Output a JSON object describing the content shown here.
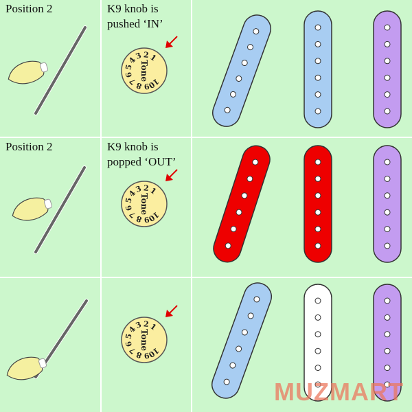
{
  "rows": [
    {
      "position_label": "Position 2",
      "knob_label": "K9 knob is\npushed ‘IN’",
      "pickups": [
        {
          "name": "neck",
          "color": "#a8cdf2"
        },
        {
          "name": "middle",
          "color": "#a8cdf2"
        },
        {
          "name": "bridge",
          "color": "#c39cf0"
        }
      ]
    },
    {
      "position_label": "Position 2",
      "knob_label": "K9 knob is\npopped ‘OUT’",
      "pickups": [
        {
          "name": "neck",
          "color": "#ee0000"
        },
        {
          "name": "middle",
          "color": "#ee0000"
        },
        {
          "name": "bridge",
          "color": "#c39cf0"
        }
      ]
    },
    {
      "position_label": "",
      "knob_label": "",
      "pickups": [
        {
          "name": "neck",
          "color": "#a8cdf2"
        },
        {
          "name": "middle",
          "color": "#ffffff"
        },
        {
          "name": "bridge",
          "color": "#c39cf0"
        }
      ]
    }
  ],
  "knob": {
    "word": "Tone",
    "numbers": [
      "1",
      "2",
      "3",
      "4",
      "5",
      "6",
      "7",
      "8",
      "9",
      "10"
    ],
    "face_color": "#fbeea0",
    "pointer_color": "#e00000"
  },
  "pick_color": "#f5f0a0",
  "switch_color": "#666666",
  "watermark": "MUZMART"
}
